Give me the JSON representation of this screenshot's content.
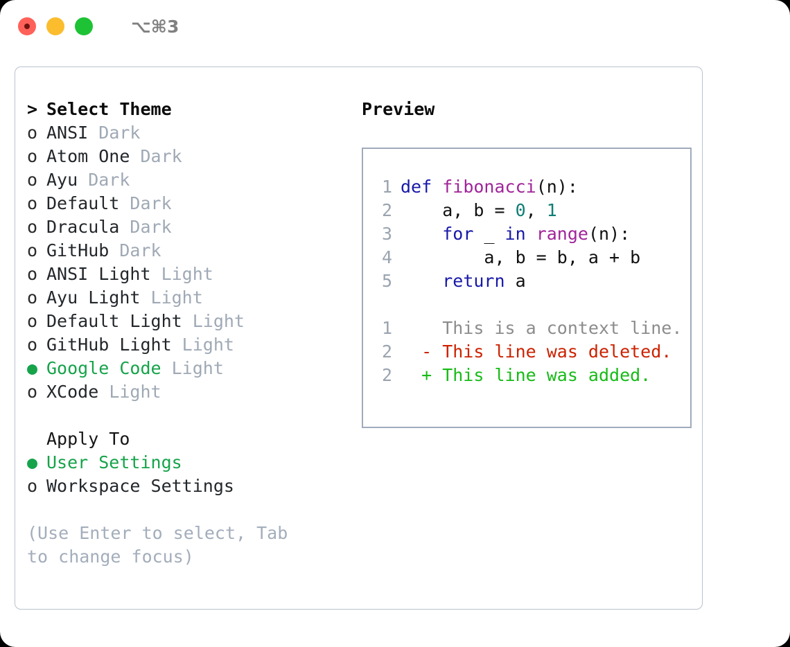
{
  "window": {
    "shortcut": "⌥⌘3",
    "traffic_lights": [
      "close-red",
      "minimize-yellow",
      "maximize-green"
    ]
  },
  "theme_picker": {
    "header_marker": ">",
    "header_label": "Select Theme",
    "marker_unselected": "o",
    "marker_selected": "●",
    "selected_color": "#16a34a",
    "items": [
      {
        "name": "ANSI",
        "variant": "Dark",
        "selected": false
      },
      {
        "name": "Atom One",
        "variant": "Dark",
        "selected": false
      },
      {
        "name": "Ayu",
        "variant": "Dark",
        "selected": false
      },
      {
        "name": "Default",
        "variant": "Dark",
        "selected": false
      },
      {
        "name": "Dracula",
        "variant": "Dark",
        "selected": false
      },
      {
        "name": "GitHub",
        "variant": "Dark",
        "selected": false
      },
      {
        "name": "ANSI Light",
        "variant": "Light",
        "selected": false
      },
      {
        "name": "Ayu Light",
        "variant": "Light",
        "selected": false
      },
      {
        "name": "Default Light",
        "variant": "Light",
        "selected": false
      },
      {
        "name": "GitHub Light",
        "variant": "Light",
        "selected": false
      },
      {
        "name": "Google Code",
        "variant": "Light",
        "selected": true
      },
      {
        "name": "XCode",
        "variant": "Light",
        "selected": false
      }
    ]
  },
  "apply_to": {
    "label": "Apply To",
    "options": [
      {
        "name": "User Settings",
        "selected": true
      },
      {
        "name": "Workspace Settings",
        "selected": false
      }
    ]
  },
  "hint": "(Use Enter to select, Tab to change focus)",
  "preview": {
    "title": "Preview",
    "code_lines": [
      {
        "no": "1",
        "indent": "",
        "tokens": [
          {
            "t": "def ",
            "c": "kw"
          },
          {
            "t": "fibonacci",
            "c": "fn"
          },
          {
            "t": "(n):",
            "c": "plain"
          }
        ]
      },
      {
        "no": "2",
        "indent": "    ",
        "tokens": [
          {
            "t": "a, b = ",
            "c": "plain"
          },
          {
            "t": "0",
            "c": "num"
          },
          {
            "t": ", ",
            "c": "plain"
          },
          {
            "t": "1",
            "c": "num"
          }
        ]
      },
      {
        "no": "3",
        "indent": "    ",
        "tokens": [
          {
            "t": "for ",
            "c": "kw"
          },
          {
            "t": "_ ",
            "c": "plain"
          },
          {
            "t": "in ",
            "c": "kw"
          },
          {
            "t": "range",
            "c": "fn"
          },
          {
            "t": "(n):",
            "c": "plain"
          }
        ]
      },
      {
        "no": "4",
        "indent": "        ",
        "tokens": [
          {
            "t": "a, b = b, a + b",
            "c": "plain"
          }
        ]
      },
      {
        "no": "5",
        "indent": "    ",
        "tokens": [
          {
            "t": "return ",
            "c": "kw"
          },
          {
            "t": "a",
            "c": "plain"
          }
        ]
      }
    ],
    "diff_lines": [
      {
        "no": "1",
        "marker": " ",
        "text": "This is a context line.",
        "kind": "diff-ctx"
      },
      {
        "no": "2",
        "marker": "-",
        "text": "This line was deleted.",
        "kind": "diff-del"
      },
      {
        "no": "2",
        "marker": "+",
        "text": "This line was added.",
        "kind": "diff-add"
      }
    ]
  }
}
